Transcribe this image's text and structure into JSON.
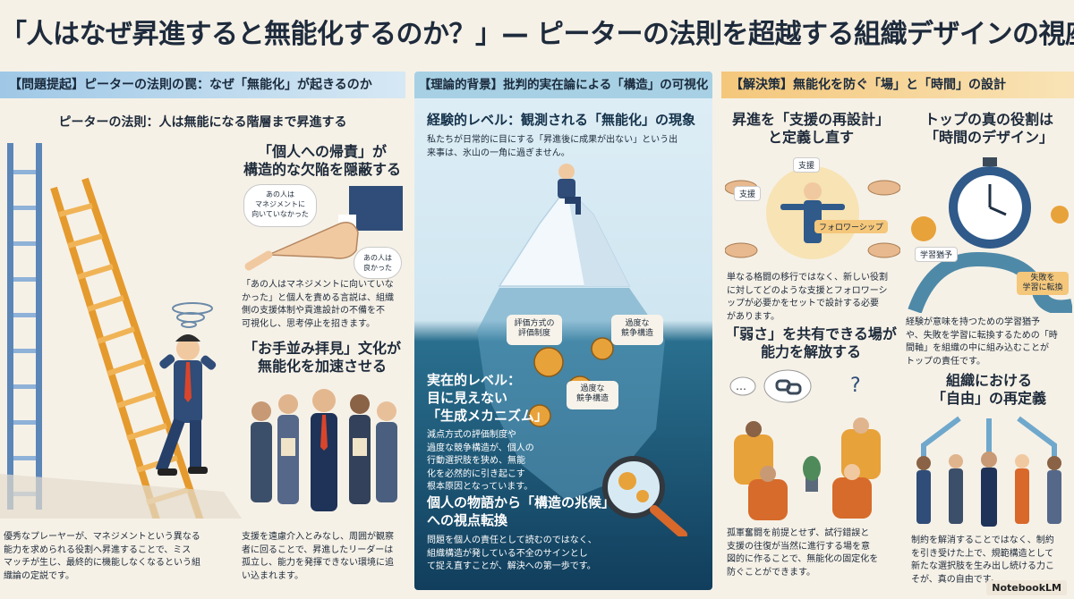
{
  "title": "「人はなぜ昇進すると無能化するのか？」— ピーターの法則を超越する組織デザインの視座",
  "left": {
    "banner": "【問題提起】ピーターの法則の罠：なぜ「無能化」が起きるのか",
    "heading": "ピーターの法則：人は無能になる階層まで昇進する",
    "blame_heading": "「個人への帰責」が\n構造的な欠陥を隠蔽する",
    "bubble_1": "あの人は\nマネジメントに\n向いていなかった",
    "bubble_2": "あの人は\n良かった",
    "blame_body": "「あの人はマネジメントに向いていな\nかった」と個人を責める言説は、組織\n側の支援体制や貢進設計の不備を不\n可視化し、思考停止を招きます。",
    "culture_heading": "「お手並み拝見」文化が\n無能化を加速させる",
    "ladder_body": "優秀なプレーヤーが、マネジメントという異なる\n能力を求められる役割へ昇進することで、ミス\nマッチが生じ、最終的に機能しなくなるという組\n織論の定説です。",
    "culture_body": "支援を遠慮介入とみなし、周囲が観察\n者に回ることで、昇進したリーダーは\n孤立し、能力を発揮できない環境に追\nい込まれます。"
  },
  "mid": {
    "banner": "【理論的背景】批判的実在論による「構造」の可視化",
    "empirical_heading": "経験的レベル：観測される「無能化」の現象",
    "empirical_body": "私たちが日常的に目にする「昇進後に成果が出ない」という出\n来事は、氷山の一角に過ぎません。",
    "gear_label_1": "評価方式の\n評価制度",
    "gear_label_2": "過度な\n競争構造",
    "gear_label_3": "過度な\n競争構造",
    "real_heading": "実在的レベル：\n目に見えない\n「生成メカニズム」",
    "real_body": "減点方式の評価制度や\n過度な競争構造が、個人の\n行動選択肢を狭め、無能\n化を必然的に引き起こす\n根本原因となっています。",
    "shift_heading": "個人の物語から「構造の兆候」\nへの視点転換",
    "shift_body": "問題を個人の責任として読むのではなく、\n組織構造が発している不全のサインとし\nて捉え直すことが、解決への第一歩です。"
  },
  "right": {
    "banner": "【解決策】無能化を防ぐ「場」と「時間」の設計",
    "redesign_heading": "昇進を「支援の再設計」\nと定義し直す",
    "label_support_1": "支援",
    "label_support_2": "支援",
    "label_followership": "フォロワーシップ",
    "redesign_body": "単なる格闘の移行ではなく、新しい役割\nに対してどのような支援とフォロワーシ\nップが必要かをセットで設計する必要\nがあります。",
    "top_heading": "トップの真の役割は\n「時間のデザイン」",
    "label_learning": "学習猶予",
    "label_transfer": "失敗を\n学習に転換",
    "top_body": "経験が意味を持つための学習猶予\nや、失敗を学習に転換するための「時\n間軸」を組織の中に組み込むことが\nトップの責任です。",
    "weakness_heading": "「弱さ」を共有できる場が\n能力を解放する",
    "weakness_body": "孤軍奮闘を前提とせず、試行錯誤と\n支援の往復が当然に進行する場を意\n図的に作ることで、無能化の固定化を\n防ぐことができます。",
    "freedom_heading": "組織における\n「自由」の再定義",
    "freedom_body": "制約を解消することではなく、制約\nを引き受けた上で、規範構造として\n新たな選択肢を生み出し続ける力こ\nそが、真の自由です。"
  },
  "footer": {
    "logo_text": "NotebookLM"
  },
  "colors": {
    "accent_blue": "#9fc8e6",
    "accent_orange": "#f4c77b",
    "navy": "#1e2b3c",
    "ocean": "#113e5c"
  }
}
